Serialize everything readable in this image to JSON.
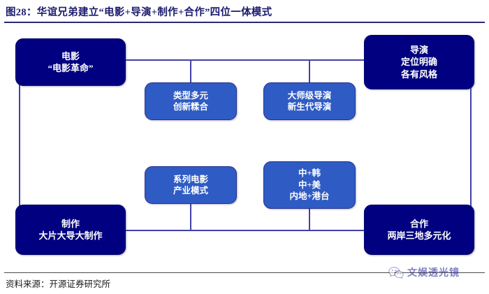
{
  "figure": {
    "title": "图28：华谊兄弟建立“电影+导演+制作+合作”四位一体模式",
    "source": "资料来源：开源证券研究所"
  },
  "colors": {
    "corner_node": "#000080",
    "inner_node": "#2f5bc4",
    "connector": "#4141a8",
    "title_text": "#1b1b6e",
    "watermark_text": "#171796"
  },
  "diagram": {
    "type": "four-in-one-model",
    "corner_nodes": [
      {
        "id": "film",
        "position": "top-left",
        "lines": [
          "电影",
          "“电影革命”"
        ]
      },
      {
        "id": "director",
        "position": "top-right",
        "lines": [
          "导演",
          "定位明确",
          "各有风格"
        ]
      },
      {
        "id": "production",
        "position": "bottom-left",
        "lines": [
          "制作",
          "大片大导大制作"
        ]
      },
      {
        "id": "cooperation",
        "position": "bottom-right",
        "lines": [
          "合作",
          "两岸三地多元化"
        ]
      }
    ],
    "inner_nodes": [
      {
        "id": "genre",
        "position": "upper-left-center",
        "lines": [
          "类型多元",
          "创新糅合"
        ]
      },
      {
        "id": "director-type",
        "position": "upper-right-center",
        "lines": [
          "大师级导演",
          "新生代导演"
        ]
      },
      {
        "id": "series",
        "position": "lower-left-center",
        "lines": [
          "系列电影",
          "产业模式"
        ]
      },
      {
        "id": "partners",
        "position": "lower-right-center",
        "lines": [
          "中+韩",
          "中+美",
          "内地+港台"
        ]
      }
    ]
  },
  "watermark": {
    "icon": "wechat-icon",
    "text": "文娱透光镜"
  }
}
